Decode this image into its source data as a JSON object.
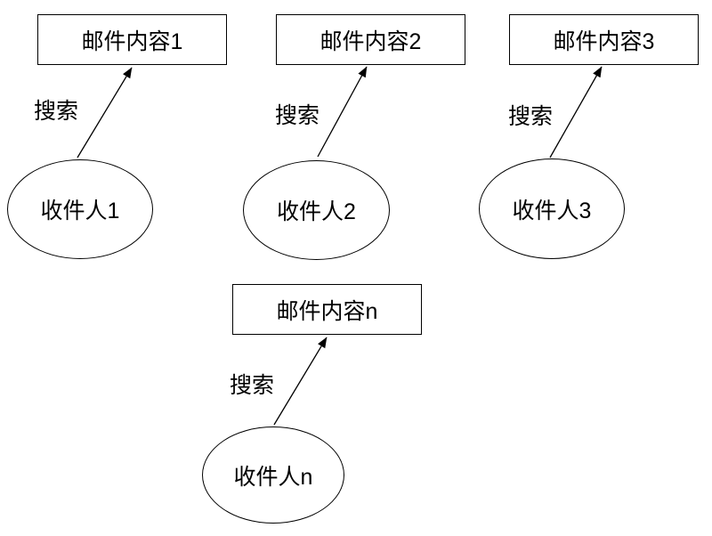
{
  "page": {
    "background_color": "#ffffff",
    "stroke_color": "#000000",
    "text_color": "#000000"
  },
  "diagram": {
    "description": "Flow diagram: each recipient ellipse points to an email-content box via a search-labeled arrow",
    "groups": [
      {
        "content": "邮件内容1",
        "recipient": "收件人1",
        "edge_label": "搜索"
      },
      {
        "content": "邮件内容2",
        "recipient": "收件人2",
        "edge_label": "搜索"
      },
      {
        "content": "邮件内容3",
        "recipient": "收件人3",
        "edge_label": "搜索"
      },
      {
        "content": "邮件内容n",
        "recipient": "收件人n",
        "edge_label": "搜索"
      }
    ]
  }
}
